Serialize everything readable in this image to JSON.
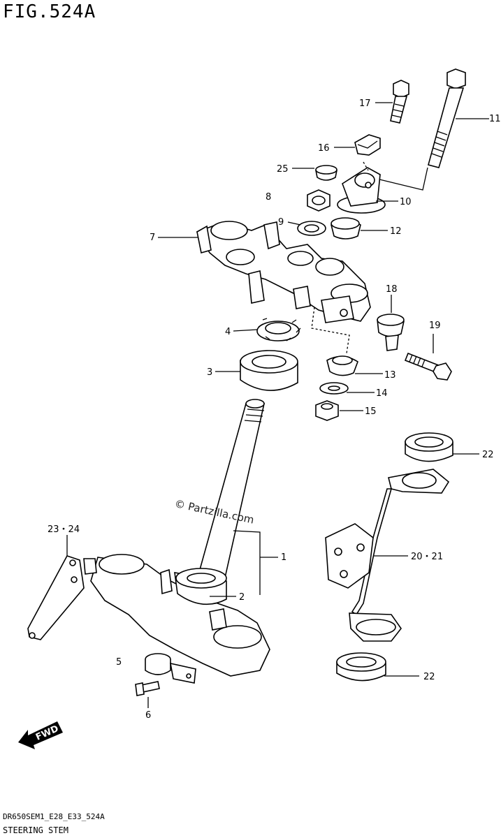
{
  "figure": {
    "title": "FIG.524A",
    "code": "DR650SEM1_E28_E33_524A",
    "name": "STEERING STEM",
    "watermark": "© Partzilla.com",
    "fwd_label": "FWD"
  },
  "callouts": {
    "c1": "1",
    "c2": "2",
    "c3": "3",
    "c4": "4",
    "c5": "5",
    "c6": "6",
    "c7": "7",
    "c8": "8",
    "c9": "9",
    "c10": "10",
    "c11": "11",
    "c12": "12",
    "c13": "13",
    "c14": "14",
    "c15": "15",
    "c16": "16",
    "c17": "17",
    "c18": "18",
    "c19": "19",
    "c20": "20・21",
    "c22a": "22",
    "c22b": "22",
    "c23": "23・24",
    "c25": "25"
  }
}
